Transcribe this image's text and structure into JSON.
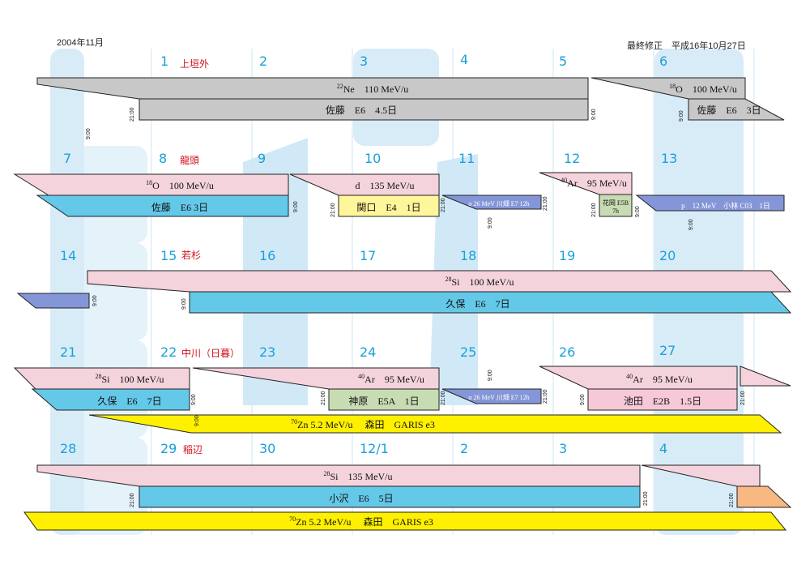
{
  "header": {
    "month": "2004年11月",
    "updated": "最終修正　平成16年10月27日"
  },
  "colors": {
    "gray": "#c8c8c8",
    "pink": "#f4d3dc",
    "blue": "#64c8e8",
    "yellow": "#fff000",
    "lightyellow": "#fff59a",
    "green": "#c8dcb4",
    "purple": "#8496d8",
    "lightpink": "#f7c8d8",
    "orange": "#f8b882",
    "cal": "#d8ecf8"
  },
  "days": [
    "1",
    "2",
    "3",
    "4",
    "5",
    "6",
    "7",
    "8",
    "9",
    "10",
    "11",
    "12",
    "13",
    "14",
    "15",
    "16",
    "17",
    "18",
    "19",
    "20",
    "21",
    "22",
    "23",
    "24",
    "25",
    "26",
    "27",
    "28",
    "29",
    "30",
    "12/1",
    "2",
    "3",
    "4"
  ],
  "notes": [
    "上垣外",
    "龍頭",
    "若杉",
    "中川（日暮）",
    "稲辺"
  ],
  "beams": {
    "ne": {
      "iso": "22",
      "ion": "Ne",
      "energy": "110 MeV/u",
      "user": "佐藤　E6　4.5日"
    },
    "o1": {
      "iso": "18",
      "ion": "O",
      "energy": "100 MeV/u",
      "user": "佐藤　E6　3日"
    },
    "o2": {
      "iso": "18",
      "ion": "O",
      "energy": "100 MeV/u",
      "user": "佐藤　E6  3日"
    },
    "d": {
      "energy": "d　135 MeV/u",
      "user": "関口　E4　1日"
    },
    "alpha1": "α  26 MeV  川畑  E7  12h",
    "ar1": {
      "iso": "40",
      "ion": "Ar",
      "energy": "95 MeV/u",
      "user": "花岡  E5B",
      "dur": "7h"
    },
    "p": "p　12 MeV　小林 C03　1日",
    "si1": {
      "iso": "28",
      "ion": "Si",
      "energy": "100 MeV/u",
      "user": "久保　E6　7日"
    },
    "si2": {
      "iso": "28",
      "ion": "Si",
      "energy": "100 MeV/u",
      "user": "久保　E6　7日"
    },
    "ar2": {
      "iso": "40",
      "ion": "Ar",
      "energy": "95 MeV/u",
      "user": "神原　E5A　1日"
    },
    "alpha2": "α  26 MeV  川畑  E7  12h",
    "ar3": {
      "iso": "40",
      "ion": "Ar",
      "energy": "95 MeV/u",
      "user": "池田　E2B　1.5日"
    },
    "zn1": {
      "iso": "70",
      "ion": "Zn",
      "text": "5.2 MeV/u　 森田　GARIS e3"
    },
    "si3": {
      "iso": "28",
      "ion": "Si",
      "energy": "135 MeV/u",
      "user": "小沢　E6　5日"
    },
    "zn2": {
      "iso": "70",
      "ion": "Zn",
      "text": "5.2 MeV/u　 森田　GARIS e3"
    }
  },
  "times": {
    "t9": "9:00",
    "t21": "21:00"
  }
}
